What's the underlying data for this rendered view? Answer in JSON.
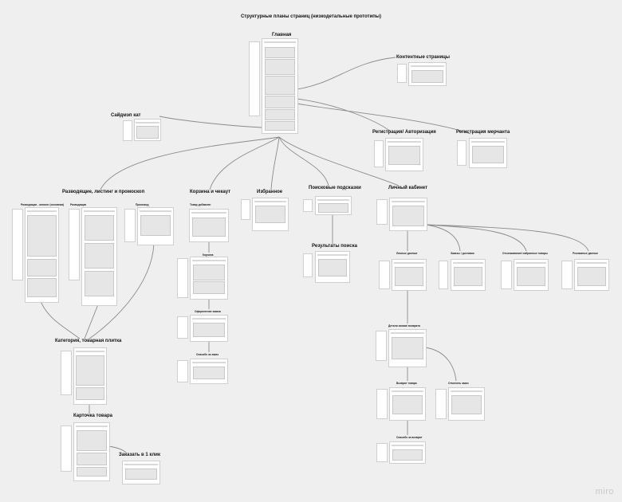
{
  "title": "Структурные планы страниц (низкодетальные прототипы)",
  "brand": "miro",
  "nodes": {
    "home": "Главная",
    "content": "Контентные страницы",
    "sitemap": "Сайдмэп кат",
    "registration": "Регистрация/ Авторизация",
    "merchant": "Регистрация мерчанта",
    "listing": "Разводящие, листинг и промоскоп",
    "cart": "Корзина и чекаут",
    "favorites": "Избранное",
    "search_hints": "Поисковые подсказки",
    "search_results": "Результаты поиска",
    "cabinet": "Личный кабинет",
    "category": "Категория, товарная плитка",
    "product_card": "Карточка товара",
    "one_click": "Заказать в 1 клик"
  },
  "small_labels": {
    "listing_a": "Разводящая - каталог (основная)",
    "listing_b": "Разводящая",
    "listing_c": "Промокод",
    "cart_a": "Товар добавлен",
    "cart_b": "Корзина",
    "cart_c": "Оформление заказа",
    "cart_d": "Спасибо за заказ",
    "cab_a": "Личные данные",
    "cab_b": "Заказы / доставки",
    "cab_c": "Отслеживание/ избранные товары",
    "cab_d": "Рекламные данные",
    "cab_e": "Детали заказа/ возврата",
    "cab_f": "Возврат товара",
    "cab_g": "Отменить заказ",
    "cab_h": "Спасибо за возврат"
  }
}
